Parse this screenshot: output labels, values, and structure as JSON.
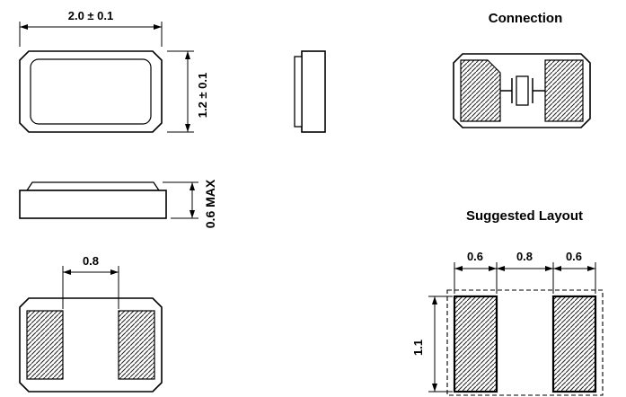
{
  "drawing": {
    "top_view": {
      "width_dim": "2.0 ± 0.1",
      "height_dim": "1.2 ± 0.1"
    },
    "front_view": {
      "height_dim": "0.6 MAX"
    },
    "bottom_view": {
      "pad_spacing_dim": "0.8"
    },
    "connection_view": {
      "title": "Connection"
    },
    "layout_view": {
      "title": "Suggested Layout",
      "left_pad_width_dim": "0.6",
      "pad_gap_dim": "0.8",
      "right_pad_width_dim": "0.6",
      "pad_height_dim": "1.1"
    },
    "colors": {
      "line": "#000000",
      "background": "#ffffff"
    }
  }
}
